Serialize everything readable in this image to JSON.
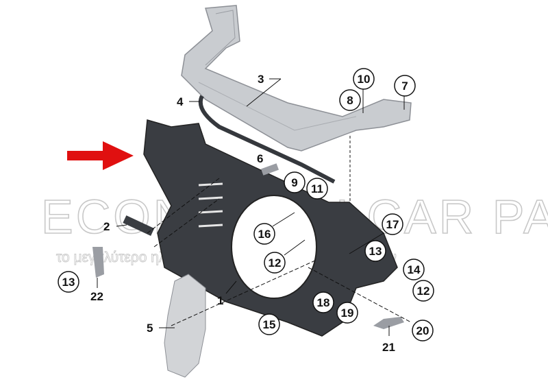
{
  "watermark": {
    "brand": "ECONOMOU CAR PARTS.GR",
    "tagline": "το μεγαλύτερο ηλεκτρονικό κατάστημα ανταλλακτικών"
  },
  "colors": {
    "arrow": "#e01010",
    "part_dark": "#3a3d42",
    "part_light": "#c9ccd0"
  },
  "callouts": {
    "c1": "1",
    "c2": "2",
    "c3": "3",
    "c4": "4",
    "c5": "5",
    "c6": "6",
    "c7": "7",
    "c8": "8",
    "c9": "9",
    "c10": "10",
    "c11": "11",
    "c12a": "12",
    "c12b": "12",
    "c13a": "13",
    "c13b": "13",
    "c14": "14",
    "c15": "15",
    "c16": "16",
    "c17": "17",
    "c18": "18",
    "c19": "19",
    "c20": "20",
    "c21": "21",
    "c22": "22"
  }
}
